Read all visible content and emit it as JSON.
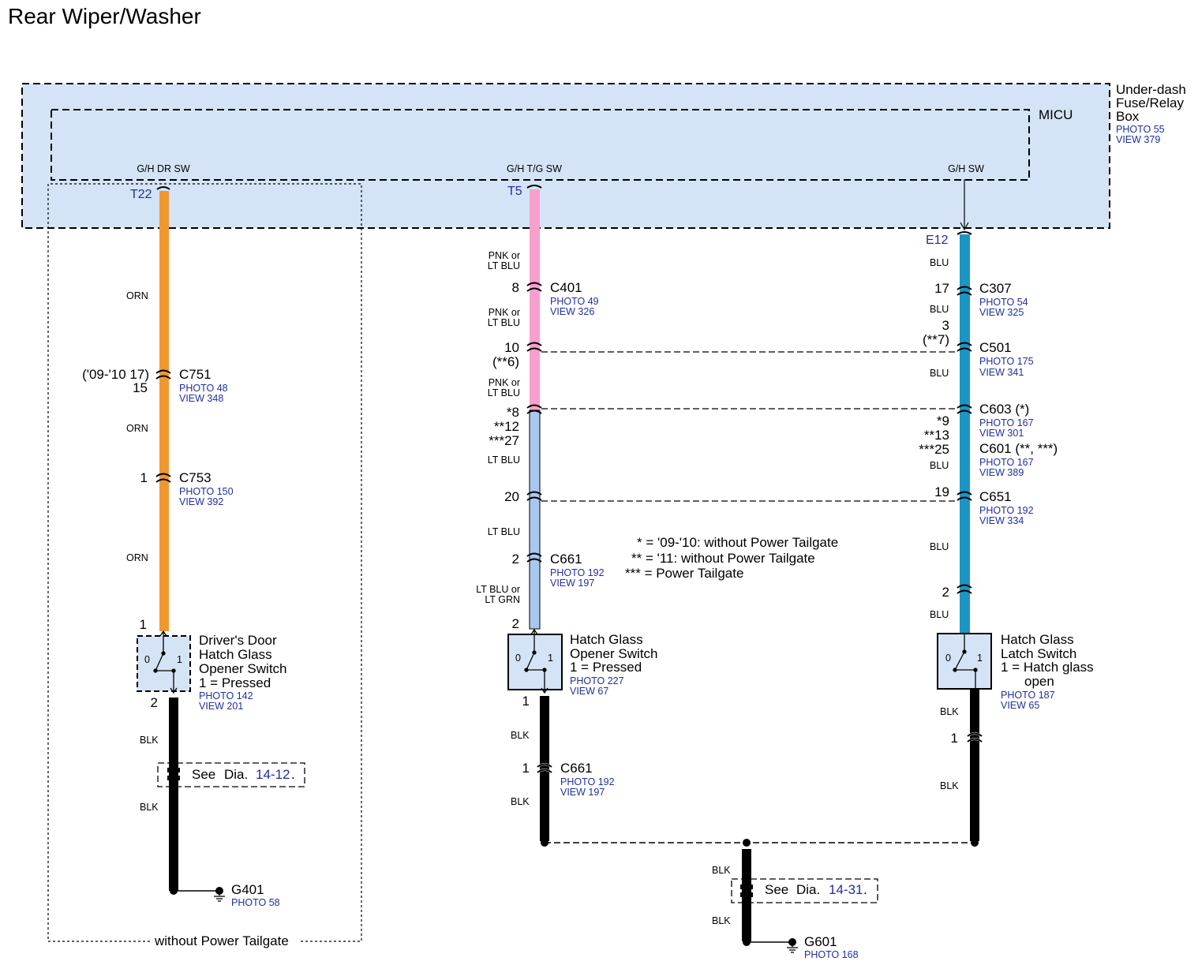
{
  "title": "Rear Wiper/Washer",
  "fuse_box": {
    "name_lines": [
      "Under-dash",
      "Fuse/Relay",
      "Box"
    ],
    "photo": "PHOTO 55",
    "view": "VIEW 379"
  },
  "micu": {
    "label": "MICU"
  },
  "circuits": {
    "left": {
      "pin_name": "G/H DR SW",
      "terminal": "T22",
      "wire1": "ORN",
      "c751": {
        "pin_lines": [
          "('09-'10 17)",
          "15"
        ],
        "name": "C751",
        "photo": "PHOTO 48",
        "view": "VIEW 348"
      },
      "wire2": "ORN",
      "c753": {
        "pin": "1",
        "name": "C753",
        "photo": "PHOTO 150",
        "view": "VIEW 392"
      },
      "wire3": "ORN",
      "switch": {
        "pin_top": "1",
        "pin_bottom": "2",
        "pos0": "0",
        "pos1": "1",
        "name_lines": [
          "Driver's Door",
          "Hatch Glass",
          "Opener Switch",
          "1 = Pressed"
        ],
        "photo": "PHOTO 142",
        "view": "VIEW 201"
      },
      "wire4": "BLK",
      "see": {
        "prefix": "See",
        "dia": "Dia.",
        "ref": "14-12",
        "dot": "."
      },
      "wire5": "BLK",
      "ground": {
        "name": "G401",
        "photo": "PHOTO 58"
      },
      "box_caption": "without Power Tailgate"
    },
    "middle": {
      "pin_name": "G/H T/G SW",
      "terminal": "T5",
      "wire1": [
        "PNK or",
        "LT BLU"
      ],
      "c401": {
        "pin": "8",
        "name": "C401",
        "photo": "PHOTO 49",
        "view": "VIEW 326"
      },
      "wire2": [
        "PNK or",
        "LT BLU"
      ],
      "c501_pins": [
        "10",
        "(**6)"
      ],
      "wire3": [
        "PNK or",
        "LT BLU"
      ],
      "c60x_pins": [
        "*8",
        "**12",
        "***27"
      ],
      "wire4": "LT BLU",
      "c651_pin": "20",
      "wire5": "LT BLU",
      "c661": {
        "pin": "2",
        "name": "C661",
        "photo": "PHOTO 192",
        "view": "VIEW 197"
      },
      "wire6": [
        "LT BLU or",
        "LT GRN"
      ],
      "switch": {
        "pin_top": "2",
        "pin_bottom": "1",
        "pos0": "0",
        "pos1": "1",
        "name_lines": [
          "Hatch Glass",
          "Opener Switch",
          "1 = Pressed"
        ],
        "photo": "PHOTO 227",
        "view": "VIEW 67"
      },
      "wire7": "BLK",
      "c661b": {
        "pin": "1",
        "name": "C661",
        "photo": "PHOTO 192",
        "view": "VIEW 197"
      },
      "wire8": "BLK"
    },
    "right": {
      "pin_name": "G/H SW",
      "terminal": "E12",
      "wire1": "BLU",
      "c307": {
        "pin": "17",
        "name": "C307",
        "photo": "PHOTO 54",
        "view": "VIEW 325"
      },
      "wire2": "BLU",
      "c501": {
        "pin_lines": [
          "3",
          "(**7)"
        ],
        "name": "C501",
        "photo": "PHOTO 175",
        "view": "VIEW 341"
      },
      "wire3": "BLU",
      "c603": {
        "name": "C603 (*)",
        "photo": "PHOTO 167",
        "view": "VIEW 301"
      },
      "c60x_pins": [
        "*9",
        "**13",
        "***25"
      ],
      "c601": {
        "name": "C601 (**, ***)",
        "photo": "PHOTO 167",
        "view": "VIEW 389"
      },
      "wire4": "BLU",
      "c651": {
        "pin": "19",
        "name": "C651",
        "photo": "PHOTO 192",
        "view": "VIEW 334"
      },
      "wire5": "BLU",
      "inline_pin": "2",
      "wire6": "BLU",
      "switch": {
        "pos0": "0",
        "pos1": "1",
        "name_lines": [
          "Hatch Glass",
          "Latch Switch",
          "1 = Hatch glass",
          "open"
        ],
        "photo": "PHOTO 187",
        "view": "VIEW 65"
      },
      "wire7": "BLK",
      "inline_pin2": "1",
      "wire8": "BLK"
    }
  },
  "notes": [
    "* = '09-'10: without Power Tailgate",
    "** = '11: without Power Tailgate",
    "*** = Power Tailgate"
  ],
  "bottom_ground": {
    "wire1": "BLK",
    "see": {
      "prefix": "See",
      "dia": "Dia.",
      "ref": "14-31",
      "dot": "."
    },
    "wire2": "BLK",
    "ground": {
      "name": "G601",
      "photo": "PHOTO 168"
    }
  },
  "colors": {
    "box_fill": "#d4e4f6",
    "orange": "#f0982f",
    "pink": "#f7a0ce",
    "lt_blue": "#a9c8ef",
    "blue": "#1b95c4",
    "black": "#000000",
    "link": "#1f2fa0"
  }
}
